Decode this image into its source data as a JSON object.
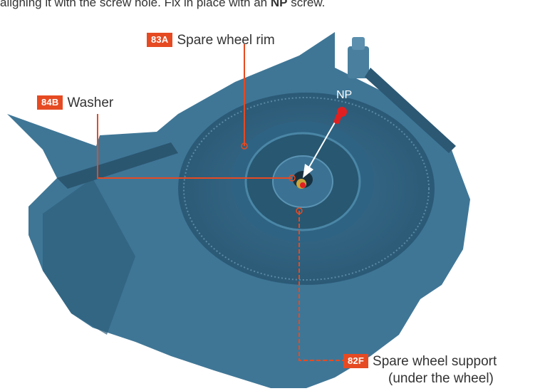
{
  "caption": {
    "pre": "aligning it with the screw hole. Fix in place with an ",
    "bold": "NP",
    "post": " screw."
  },
  "callouts": [
    {
      "code": "83A",
      "text": "Spare wheel rim"
    },
    {
      "code": "84B",
      "text": "Washer"
    },
    {
      "code": "82F",
      "text": "Spare wheel support",
      "text2": "(under the wheel)"
    }
  ],
  "screw_label": "NP",
  "colors": {
    "tag": "#e64a22",
    "part": "#3d7393",
    "leader": "#e64a22",
    "screw": "#e02020"
  }
}
